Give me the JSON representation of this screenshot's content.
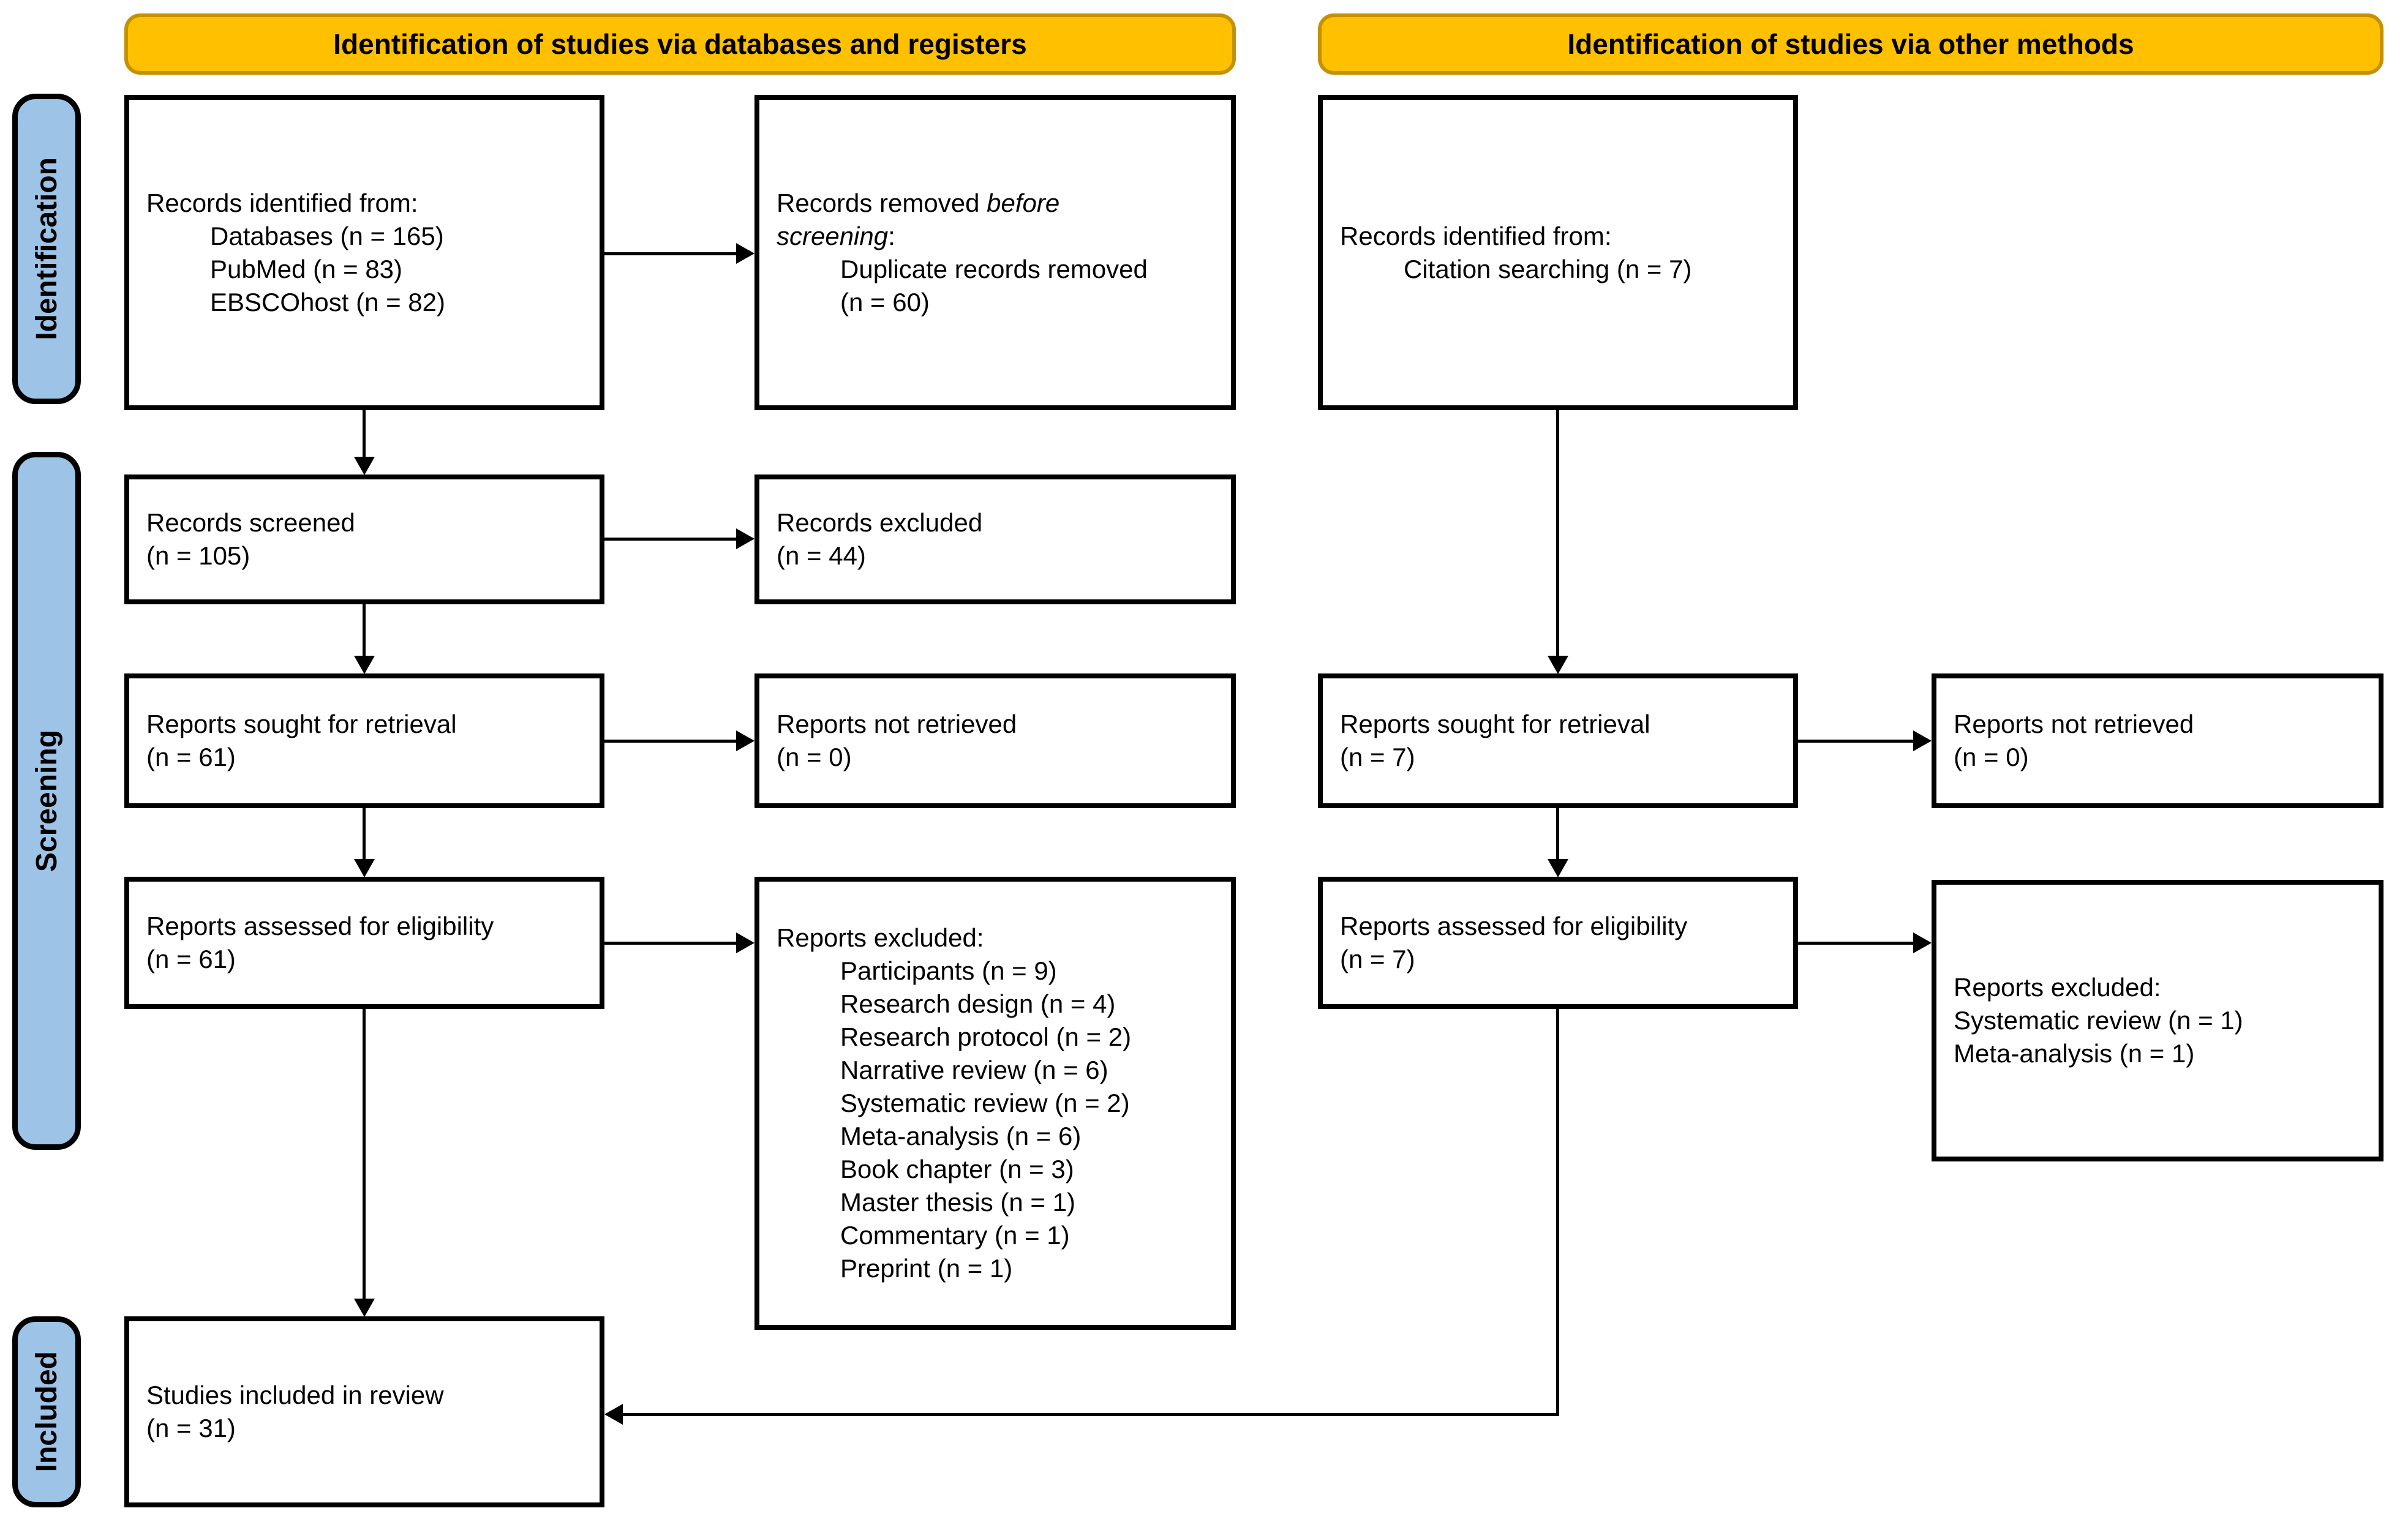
{
  "banners": {
    "databases": "Identification of studies via databases and registers",
    "other": "Identification of studies via other methods"
  },
  "stages": {
    "identification": "Identification",
    "screening": "Screening",
    "included": "Included"
  },
  "colors": {
    "banner_fill": "#FFC000",
    "banner_border": "#C49102",
    "stage_fill": "#9DC3E6",
    "stage_border": "#000000",
    "box_border": "#000000",
    "arrow": "#000000"
  },
  "boxes": {
    "db_identified": {
      "l1": "Records identified from:",
      "l2": "Databases (n = 165)",
      "l3": "PubMed (n = 83)",
      "l4": "EBSCOhost (n = 82)"
    },
    "removed_before": {
      "l1_normal": "Records removed ",
      "l1_italic": "before",
      "l2_italic": "screening",
      "l2_normal": ":",
      "l3": "Duplicate records removed",
      "l4": "(n = 60)"
    },
    "records_screened": {
      "l1": "Records screened",
      "l2": "(n = 105)"
    },
    "records_excluded": {
      "l1": "Records excluded",
      "l2": "(n = 44)"
    },
    "reports_sought_db": {
      "l1": "Reports sought for retrieval",
      "l2": "(n = 61)"
    },
    "reports_not_retrieved_db": {
      "l1": "Reports not retrieved",
      "l2": "(n = 0)"
    },
    "reports_assessed_db": {
      "l1": "Reports assessed for eligibility",
      "l2": "(n = 61)"
    },
    "reports_excluded_db": {
      "header": "Reports excluded:",
      "items": [
        "Participants (n = 9)",
        "Research design (n = 4)",
        "Research protocol (n = 2)",
        "Narrative review (n = 6)",
        "Systematic review (n = 2)",
        "Meta-analysis (n = 6)",
        "Book chapter (n = 3)",
        "Master thesis (n = 1)",
        "Commentary (n = 1)",
        "Preprint (n = 1)"
      ]
    },
    "other_identified": {
      "l1": "Records identified from:",
      "l2": "Citation searching (n = 7)"
    },
    "reports_sought_other": {
      "l1": "Reports sought for retrieval",
      "l2": "(n = 7)"
    },
    "reports_not_retrieved_other": {
      "l1": "Reports not retrieved",
      "l2": "(n = 0)"
    },
    "reports_assessed_other": {
      "l1": "Reports assessed for eligibility",
      "l2": "(n = 7)"
    },
    "reports_excluded_other": {
      "header": "Reports excluded:",
      "items": [
        "Systematic review (n = 1)",
        "Meta-analysis (n = 1)"
      ]
    },
    "studies_included": {
      "l1": "Studies included in review",
      "l2": "(n = 31)"
    }
  }
}
